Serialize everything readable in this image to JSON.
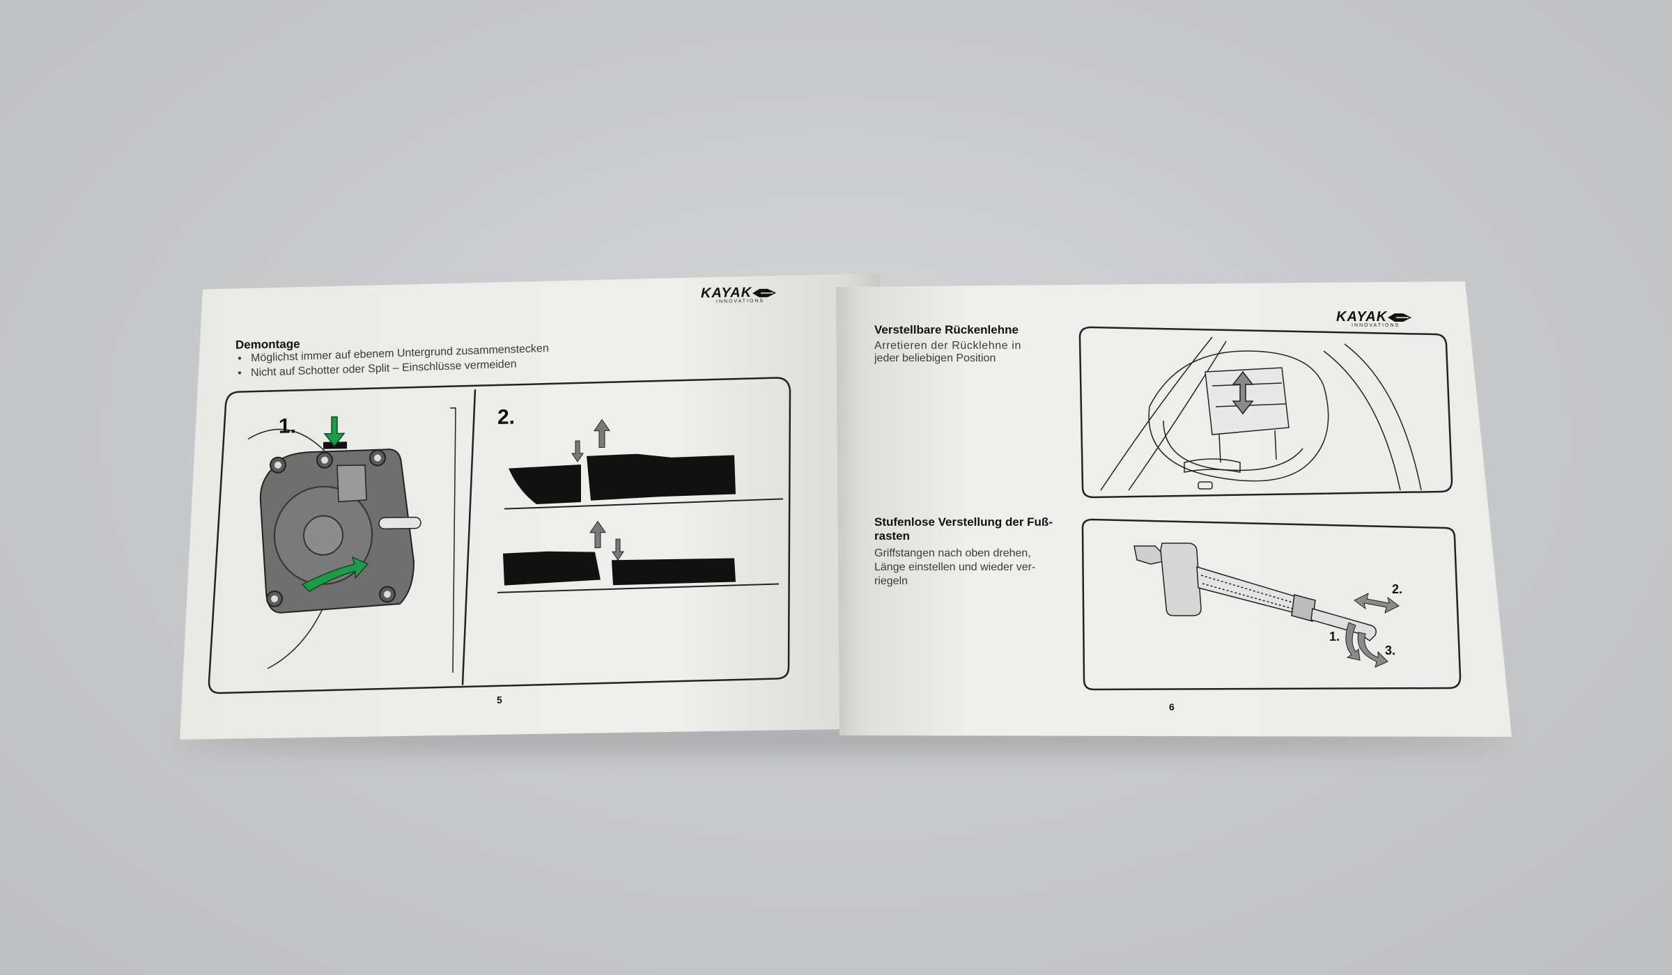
{
  "left_page": {
    "logo_main": "KAYAK",
    "logo_sub": "INNOVATIONS",
    "heading": "Demontage",
    "bullets": [
      "Möglichst immer auf ebenem Untergrund zusammenstecken",
      "Nicht auf Schotter oder Split – Einschlüsse vermeiden"
    ],
    "step1": "1.",
    "step2": "2.",
    "page_number": "5"
  },
  "right_page": {
    "logo_main": "KAYAK",
    "logo_sub": "INNOVATIONS",
    "section1_heading": "Verstellbare Rückenlehne",
    "section1_body": [
      "Arretieren der Rücklehne in",
      "jeder beliebigen Position"
    ],
    "section2_heading": [
      "Stufenlose Verstellung der Fuß-",
      "rasten"
    ],
    "section2_body": [
      "Griffstangen nach oben drehen,",
      "Länge einstellen und wieder ver-",
      "riegeln"
    ],
    "label_1": "1.",
    "label_2": "2.",
    "label_3": "3.",
    "page_number": "6"
  },
  "colors": {
    "accent_green": "#1f9a4a",
    "arrow_grey": "#7a7a7a",
    "ink": "#111111"
  },
  "icons": [
    "kayak-logo-icon",
    "down-arrow-icon",
    "up-arrow-icon",
    "curved-arrow-icon",
    "double-arrow-icon"
  ]
}
